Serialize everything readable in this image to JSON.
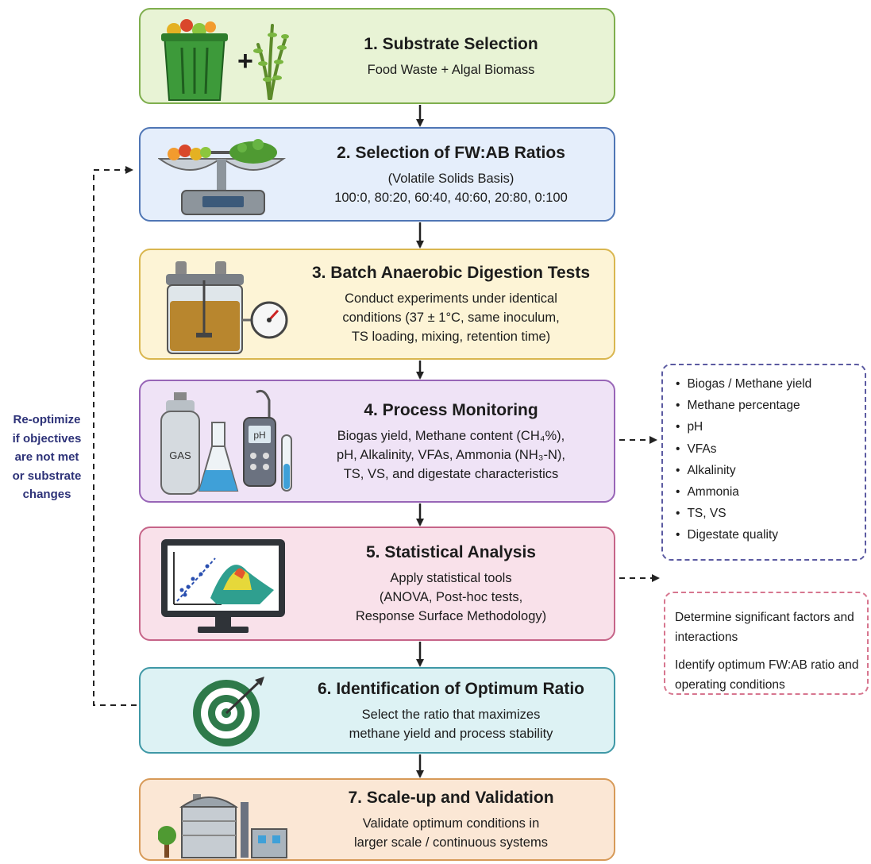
{
  "steps": [
    {
      "title": "1. Substrate Selection",
      "lines": [
        "Food Waste + Algal Biomass"
      ],
      "plus": "+"
    },
    {
      "title": "2. Selection of FW:AB Ratios",
      "lines": [
        "(Volatile Solids Basis)",
        "100:0, 80:20, 60:40, 40:60, 20:80, 0:100"
      ]
    },
    {
      "title": "3. Batch Anaerobic Digestion Tests",
      "lines": [
        "Conduct experiments under identical",
        "conditions (37 ± 1°C, same inoculum,",
        "TS loading, mixing, retention time)"
      ]
    },
    {
      "title": "4. Process Monitoring",
      "lines": [
        "Biogas yield, Methane content (CH₄%),",
        "pH, Alkalinity, VFAs, Ammonia (NH₃-N),",
        "TS, VS, and digestate characteristics"
      ],
      "gas_label": "GAS",
      "ph_label": "pH"
    },
    {
      "title": "5. Statistical Analysis",
      "lines": [
        "Apply statistical tools",
        "(ANOVA, Post-hoc tests,",
        "Response Surface Methodology)"
      ]
    },
    {
      "title": "6. Identification of Optimum Ratio",
      "lines": [
        "Select the ratio that maximizes",
        "methane yield and process stability"
      ]
    },
    {
      "title": "7. Scale-up and Validation",
      "lines": [
        "Validate optimum conditions in",
        "larger scale / continuous systems"
      ]
    }
  ],
  "monitoring_list": [
    "Biogas / Methane yield",
    "Methane percentage",
    "pH",
    "VFAs",
    "Alkalinity",
    "Ammonia",
    "TS, VS",
    "Digestate quality"
  ],
  "stats_notes": [
    "Determine significant factors and interactions",
    "Identify optimum FW:AB ratio and operating conditions"
  ],
  "feedback_label": [
    "Re-optimize",
    "if objectives",
    "are not met",
    "or substrate",
    "changes"
  ],
  "colors": {
    "arrow": "#222222",
    "feedback_text": "#2d3278"
  }
}
